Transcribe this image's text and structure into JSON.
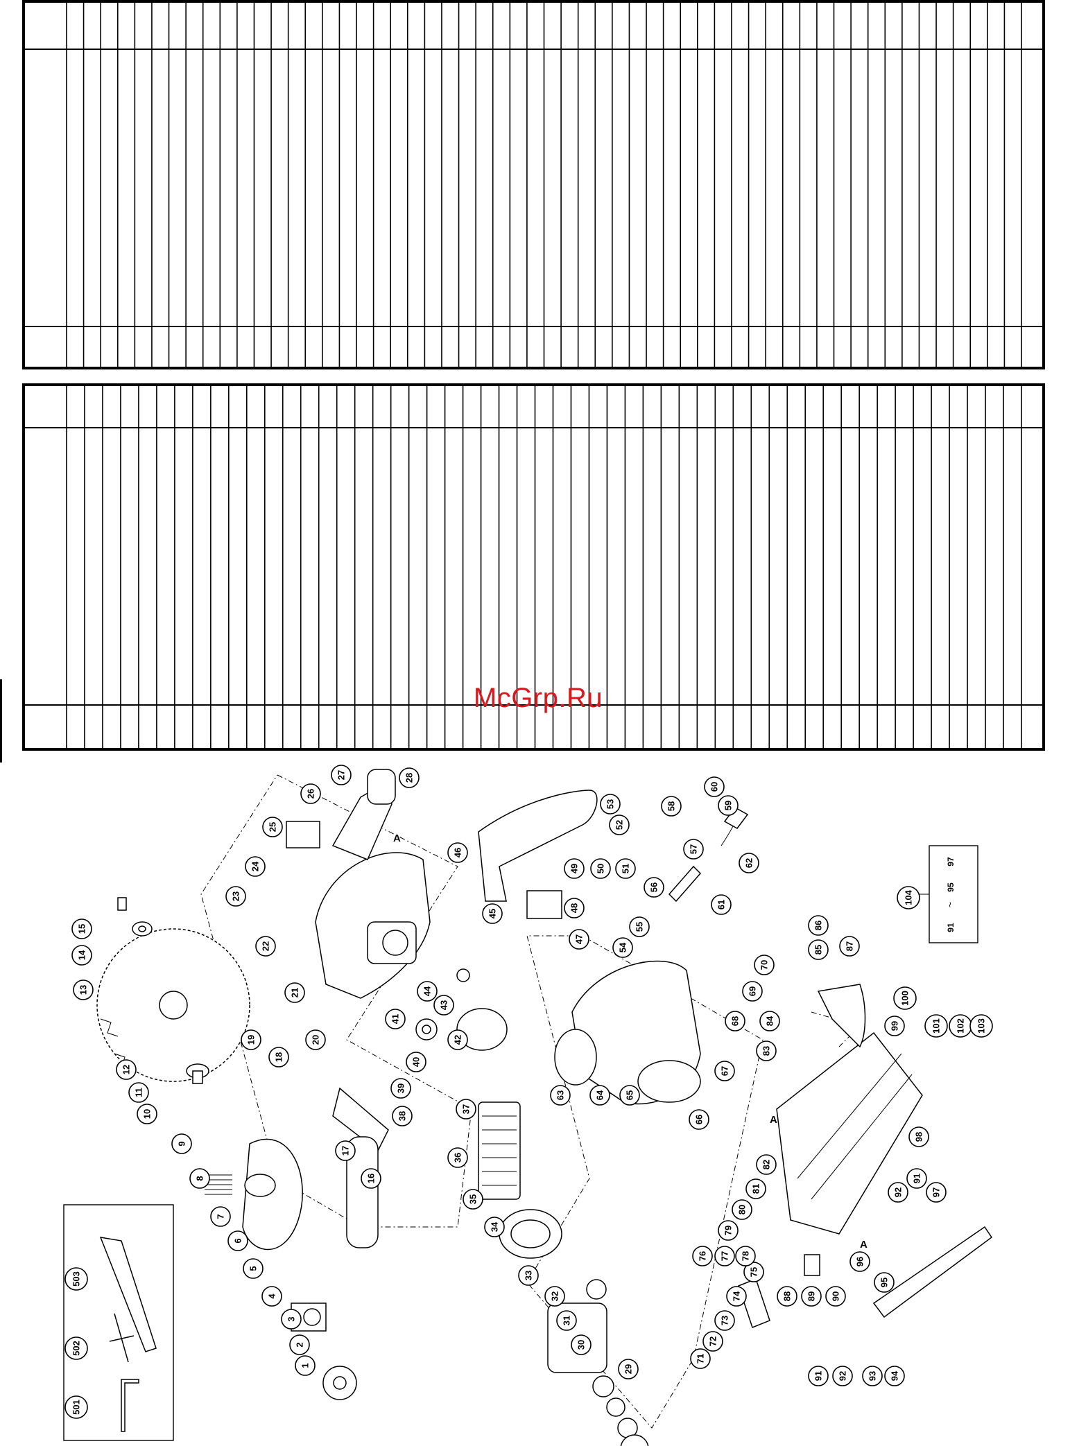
{
  "tables": {
    "top_columns": 57,
    "bottom_columns": 54
  },
  "watermark": "McGrp.Ru",
  "callouts": [
    {
      "id": "1",
      "text": "1"
    },
    {
      "id": "2",
      "text": "2"
    },
    {
      "id": "3",
      "text": "3"
    },
    {
      "id": "4",
      "text": "4"
    },
    {
      "id": "5",
      "text": "5"
    },
    {
      "id": "6",
      "text": "6"
    },
    {
      "id": "7",
      "text": "7"
    },
    {
      "id": "8",
      "text": "8"
    },
    {
      "id": "9",
      "text": "9"
    },
    {
      "id": "10",
      "text": "10"
    },
    {
      "id": "11",
      "text": "11"
    },
    {
      "id": "12",
      "text": "12"
    },
    {
      "id": "13",
      "text": "13"
    },
    {
      "id": "14",
      "text": "14"
    },
    {
      "id": "15",
      "text": "15"
    },
    {
      "id": "16",
      "text": "16"
    },
    {
      "id": "17",
      "text": "17"
    },
    {
      "id": "18",
      "text": "18"
    },
    {
      "id": "19",
      "text": "19"
    },
    {
      "id": "20",
      "text": "20"
    },
    {
      "id": "21",
      "text": "21"
    },
    {
      "id": "22",
      "text": "22"
    },
    {
      "id": "23",
      "text": "23"
    },
    {
      "id": "24",
      "text": "24"
    },
    {
      "id": "25",
      "text": "25"
    },
    {
      "id": "26",
      "text": "26"
    },
    {
      "id": "27",
      "text": "27"
    },
    {
      "id": "28",
      "text": "28"
    },
    {
      "id": "29",
      "text": "29"
    },
    {
      "id": "30",
      "text": "30"
    },
    {
      "id": "31",
      "text": "31"
    },
    {
      "id": "32",
      "text": "32"
    },
    {
      "id": "33",
      "text": "33"
    },
    {
      "id": "34",
      "text": "34"
    },
    {
      "id": "35",
      "text": "35"
    },
    {
      "id": "36",
      "text": "36"
    },
    {
      "id": "37",
      "text": "37"
    },
    {
      "id": "38",
      "text": "38"
    },
    {
      "id": "39",
      "text": "39"
    },
    {
      "id": "40",
      "text": "40"
    },
    {
      "id": "41",
      "text": "41"
    },
    {
      "id": "42",
      "text": "42"
    },
    {
      "id": "43",
      "text": "43"
    },
    {
      "id": "44",
      "text": "44"
    },
    {
      "id": "45",
      "text": "45"
    },
    {
      "id": "46",
      "text": "46"
    },
    {
      "id": "47",
      "text": "47"
    },
    {
      "id": "48",
      "text": "48"
    },
    {
      "id": "49",
      "text": "49"
    },
    {
      "id": "50",
      "text": "50"
    },
    {
      "id": "51",
      "text": "51"
    },
    {
      "id": "52",
      "text": "52"
    },
    {
      "id": "53",
      "text": "53"
    },
    {
      "id": "54",
      "text": "54"
    },
    {
      "id": "55",
      "text": "55"
    },
    {
      "id": "56",
      "text": "56"
    },
    {
      "id": "57",
      "text": "57"
    },
    {
      "id": "58",
      "text": "58"
    },
    {
      "id": "59",
      "text": "59"
    },
    {
      "id": "60",
      "text": "60"
    },
    {
      "id": "61",
      "text": "61"
    },
    {
      "id": "62",
      "text": "62"
    },
    {
      "id": "63",
      "text": "63"
    },
    {
      "id": "64",
      "text": "64"
    },
    {
      "id": "65",
      "text": "65"
    },
    {
      "id": "66",
      "text": "66"
    },
    {
      "id": "67",
      "text": "67"
    },
    {
      "id": "68",
      "text": "68"
    },
    {
      "id": "69",
      "text": "69"
    },
    {
      "id": "70",
      "text": "70"
    },
    {
      "id": "71",
      "text": "71"
    },
    {
      "id": "72",
      "text": "72"
    },
    {
      "id": "73",
      "text": "73"
    },
    {
      "id": "74",
      "text": "74"
    },
    {
      "id": "75",
      "text": "75"
    },
    {
      "id": "76",
      "text": "76"
    },
    {
      "id": "77",
      "text": "77"
    },
    {
      "id": "78",
      "text": "78"
    },
    {
      "id": "79",
      "text": "79"
    },
    {
      "id": "80",
      "text": "80"
    },
    {
      "id": "81",
      "text": "81"
    },
    {
      "id": "82",
      "text": "82"
    },
    {
      "id": "83",
      "text": "83"
    },
    {
      "id": "84",
      "text": "84"
    },
    {
      "id": "85",
      "text": "85"
    },
    {
      "id": "86",
      "text": "86"
    },
    {
      "id": "87",
      "text": "87"
    },
    {
      "id": "88",
      "text": "88"
    },
    {
      "id": "89",
      "text": "89"
    },
    {
      "id": "90",
      "text": "90"
    },
    {
      "id": "91a",
      "text": "91"
    },
    {
      "id": "91b",
      "text": "91"
    },
    {
      "id": "92a",
      "text": "92"
    },
    {
      "id": "92b",
      "text": "92"
    },
    {
      "id": "93",
      "text": "93"
    },
    {
      "id": "94",
      "text": "94"
    },
    {
      "id": "95",
      "text": "95"
    },
    {
      "id": "96",
      "text": "96"
    },
    {
      "id": "97",
      "text": "97"
    },
    {
      "id": "98",
      "text": "98"
    },
    {
      "id": "99",
      "text": "99"
    },
    {
      "id": "100",
      "text": "100"
    },
    {
      "id": "101",
      "text": "101"
    },
    {
      "id": "102",
      "text": "102"
    },
    {
      "id": "103",
      "text": "103"
    },
    {
      "id": "104",
      "text": "104"
    },
    {
      "id": "501",
      "text": "501"
    },
    {
      "id": "502",
      "text": "502"
    },
    {
      "id": "503",
      "text": "503"
    }
  ],
  "legend_box": {
    "row1": {
      "a": "91",
      "sep": "~",
      "b": "95"
    },
    "row2": {
      "a": "97"
    }
  },
  "section_marks": {
    "a1": "A",
    "a2": "A",
    "a3": "A"
  }
}
